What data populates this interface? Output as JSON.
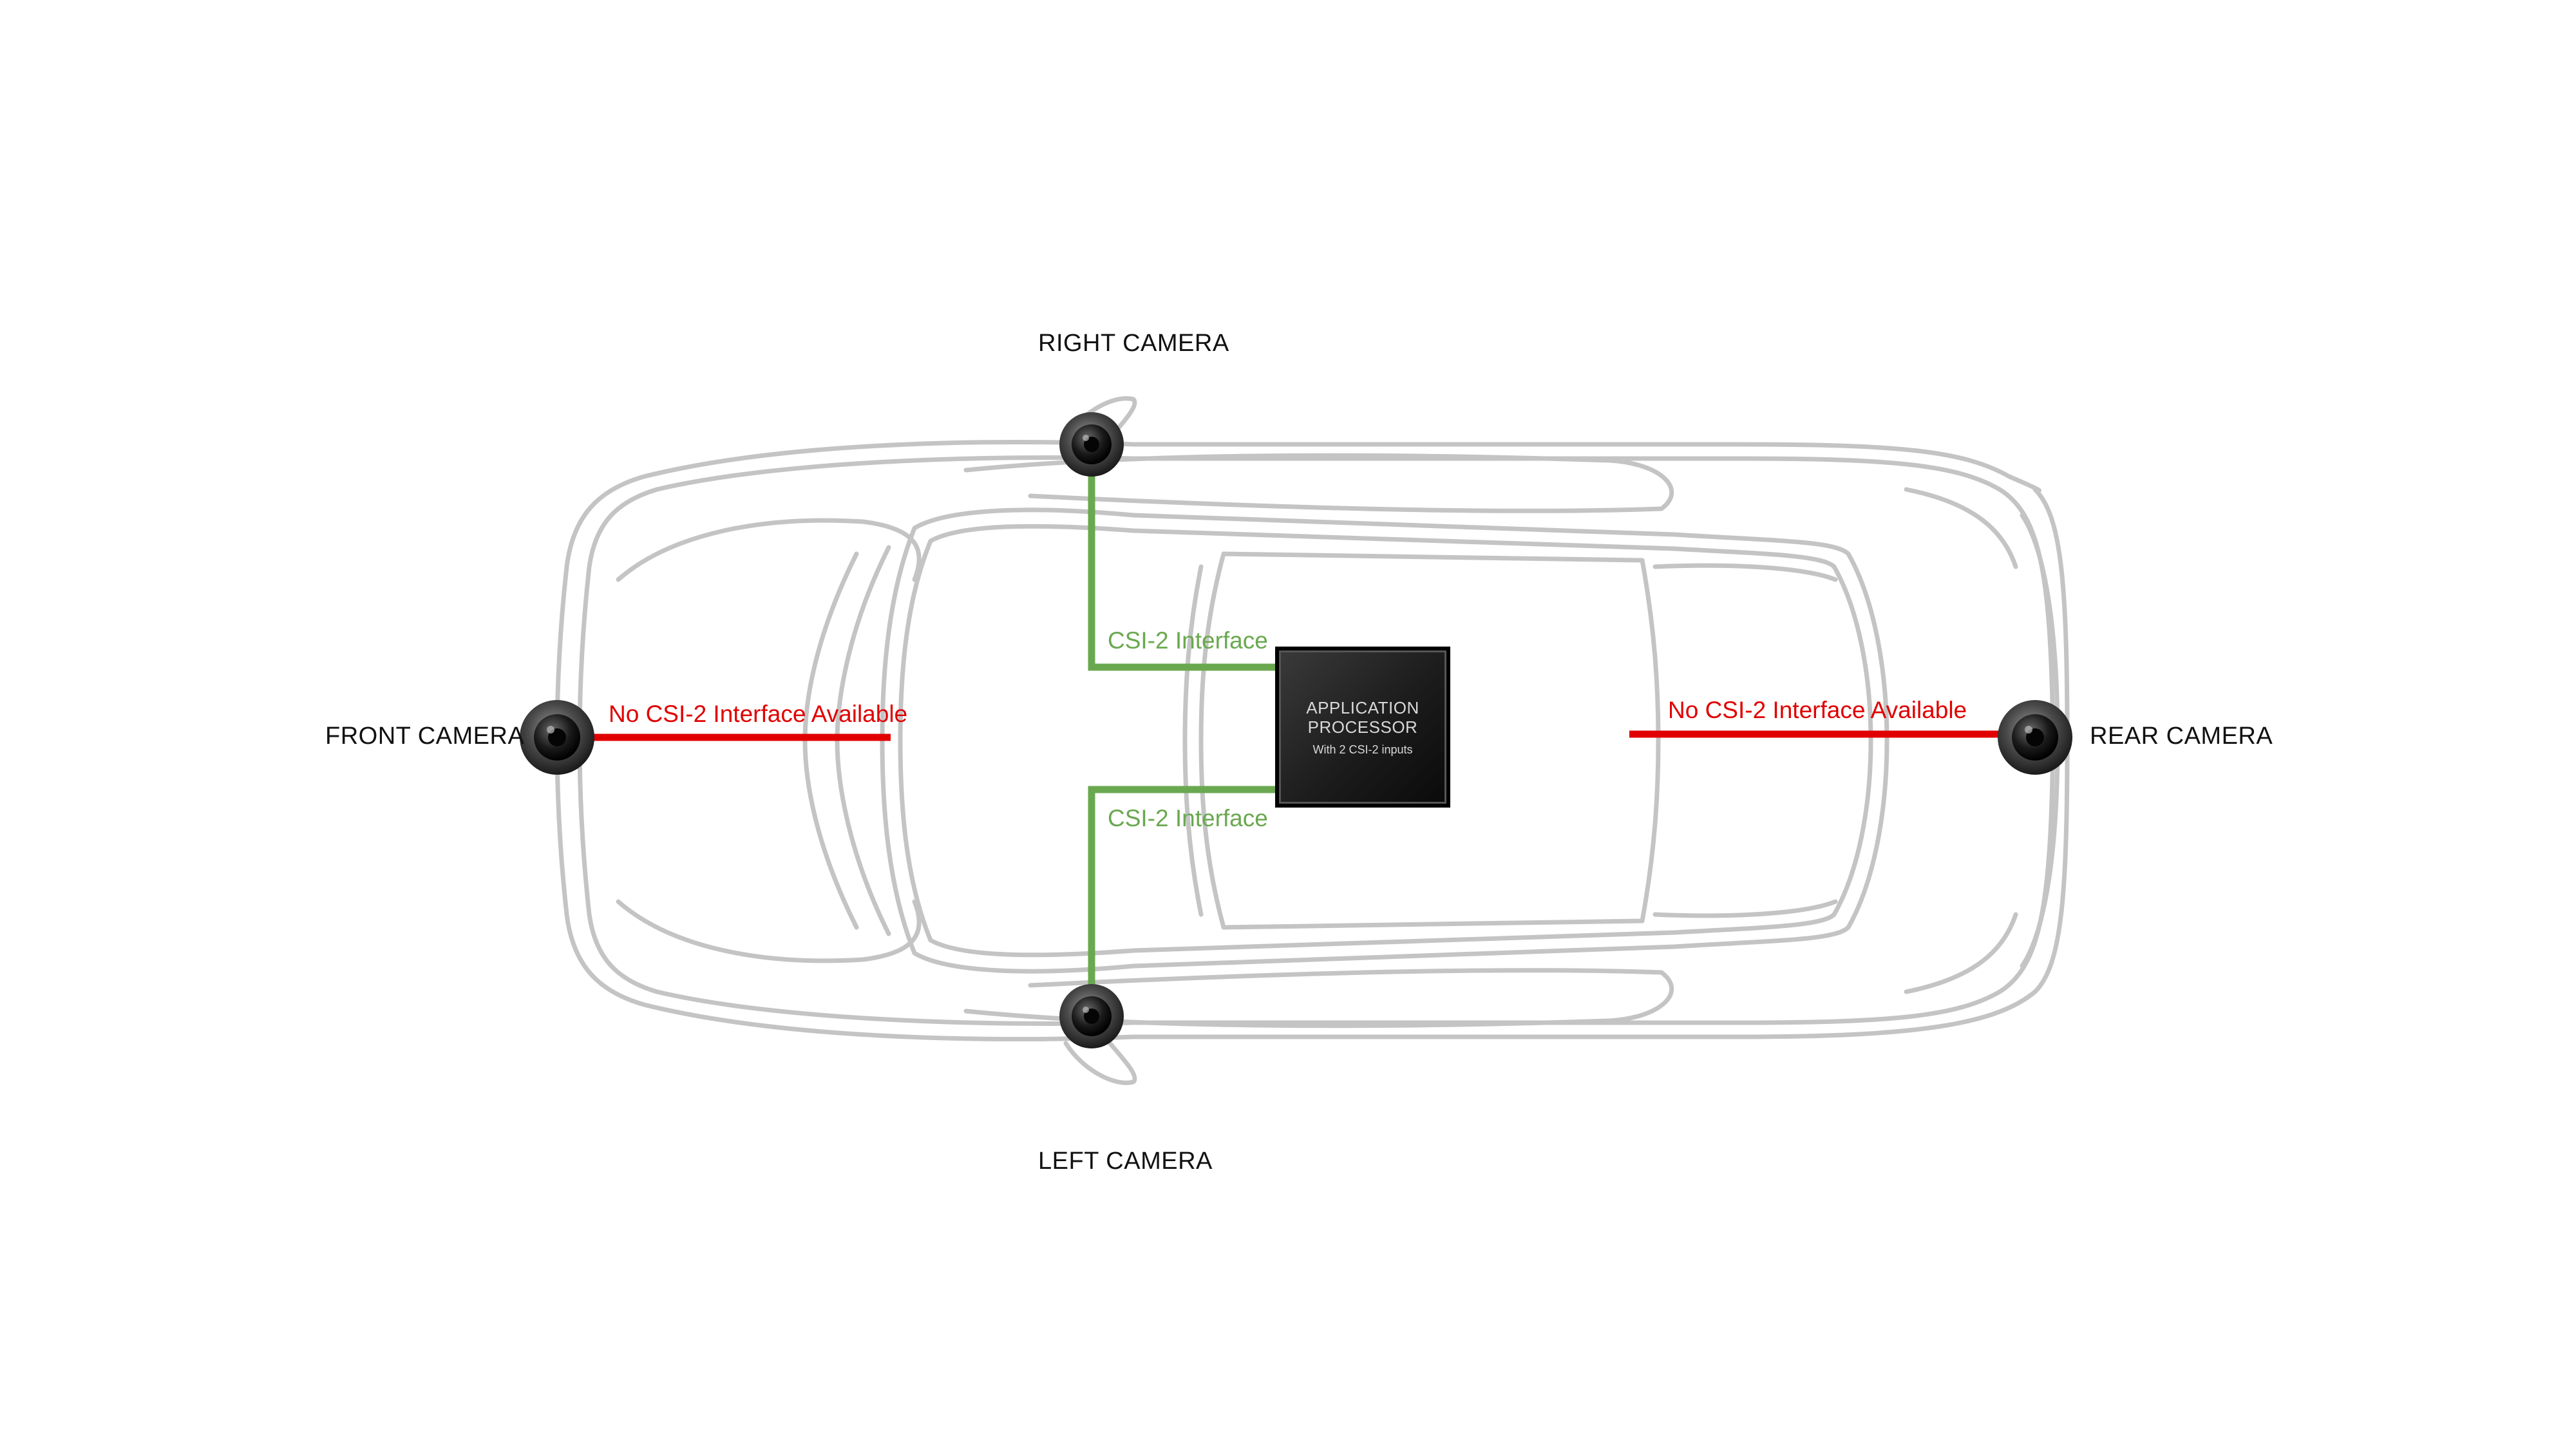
{
  "cameras": {
    "front": "FRONT CAMERA",
    "rear": "REAR CAMERA",
    "right": "RIGHT CAMERA",
    "left": "LEFT CAMERA"
  },
  "links": {
    "front": "No CSI-2 Interface Available",
    "rear": "No CSI-2 Interface Available",
    "right": "CSI-2 Interface",
    "left": "CSI-2 Interface"
  },
  "processor": {
    "title_line1": "APPLICATION",
    "title_line2": "PROCESSOR",
    "subtitle": "With 2 CSI-2 inputs"
  },
  "colors": {
    "csi2_link": "#6aa84f",
    "no_link": "#e00000",
    "car_outline": "#c0c0c0",
    "processor": "#1c1c1c"
  }
}
